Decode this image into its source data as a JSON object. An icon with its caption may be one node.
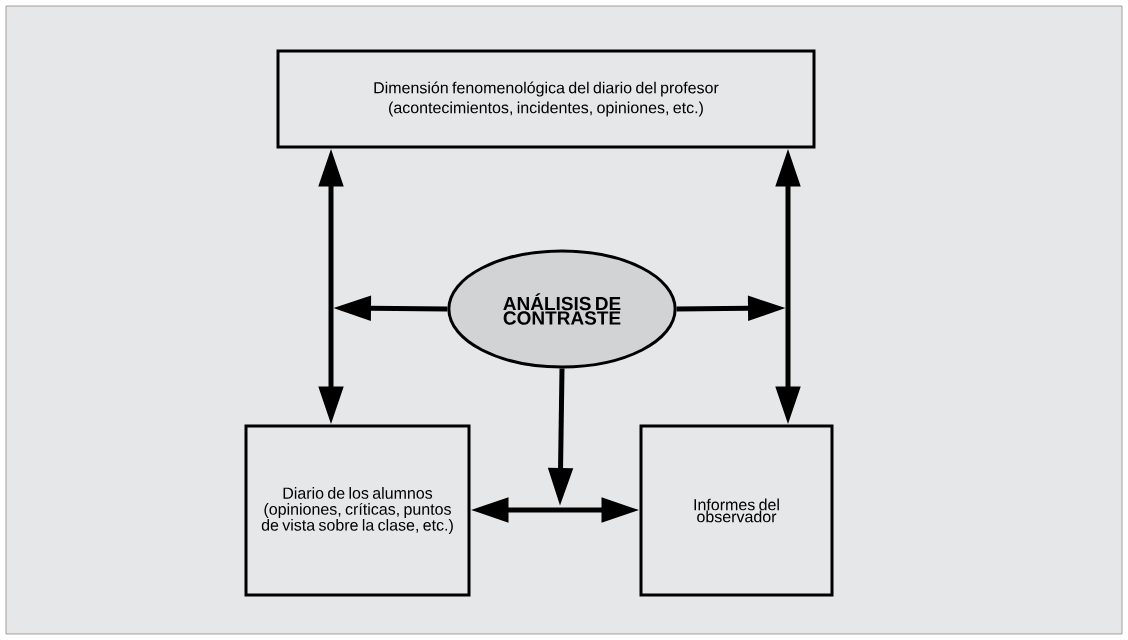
{
  "diagram": {
    "nodes": [
      {
        "text": [
          "Dimensión fenomenológica del diario del profesor",
          "(acontecimientos, incidentes, opiniones, etc.)"
        ]
      },
      {
        "text": [
          "ANÁLISIS DE CONTRASTE"
        ]
      },
      {
        "text": [
          "Diario de los alumnos",
          "(opiniones, críticas, puntos de vista sobre la clase, etc.)"
        ]
      },
      {
        "text": [
          "Informes del observador"
        ]
      }
    ],
    "edges": [
      {
        "from": 0,
        "to": 2,
        "arrow": "both"
      },
      {
        "from": 0,
        "to": 3,
        "arrow": "both"
      },
      {
        "from": 1,
        "to": null,
        "arrow": "to"
      },
      {
        "from": 1,
        "to": null,
        "arrow": "to"
      },
      {
        "from": 1,
        "to": null,
        "arrow": "to"
      },
      {
        "from": 2,
        "to": 3,
        "arrow": "both"
      }
    ]
  }
}
